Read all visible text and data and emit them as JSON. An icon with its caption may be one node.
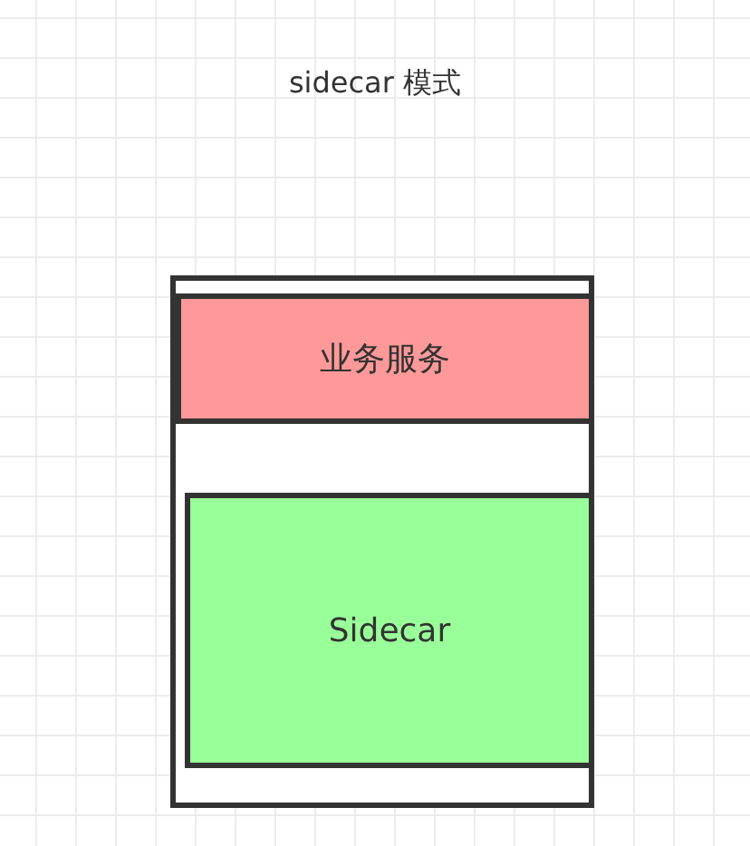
{
  "diagram": {
    "title": "sidecar 模式",
    "nodes": [
      {
        "text": [],
        "shape": "box"
      },
      {
        "text": [
          "业务服务"
        ],
        "in": 0
      },
      {
        "text": [
          "Sidecar"
        ],
        "in": 0
      }
    ]
  }
}
